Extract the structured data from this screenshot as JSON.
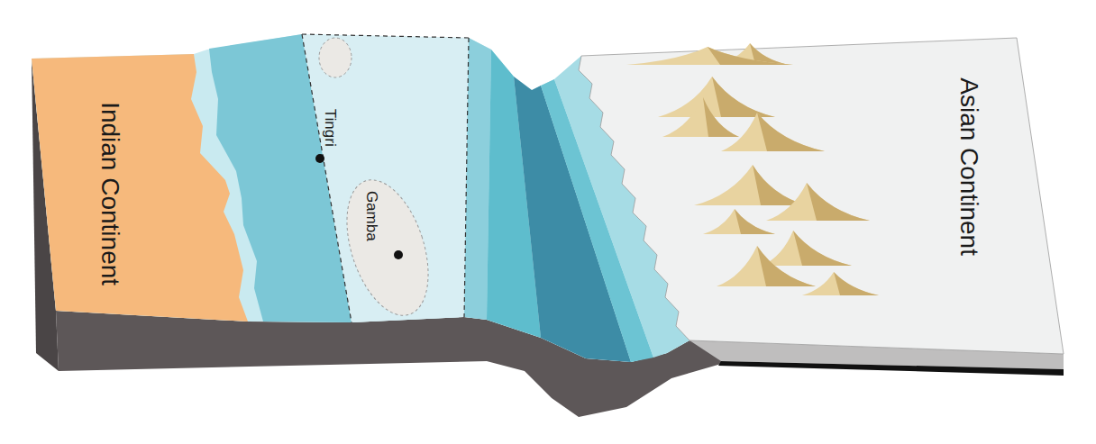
{
  "diagram": {
    "nodes": [
      {
        "text": [
          "Indian Continent"
        ]
      },
      {
        "text": [
          "Tingri"
        ]
      },
      {
        "text": [
          "Gamba"
        ],
        "in": 1
      },
      {
        "text": [
          "Asian Continent"
        ]
      }
    ]
  }
}
